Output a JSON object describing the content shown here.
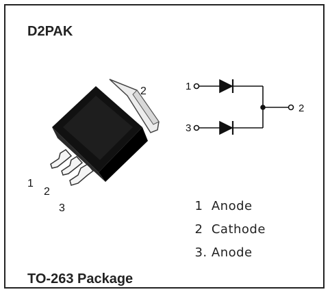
{
  "title": "D2PAK",
  "package": {
    "pin_labels": {
      "pin1": "1",
      "pin2": "2",
      "pin3": "3",
      "tab": "2"
    }
  },
  "schematic": {
    "terminals": {
      "t1": "1",
      "t3": "3",
      "t2": "2"
    }
  },
  "legend": [
    {
      "num": "1",
      "name": "Anode"
    },
    {
      "num": "2",
      "name": "Cathode"
    },
    {
      "num": "3.",
      "name": "Anode"
    }
  ],
  "footer": "TO-263 Package",
  "colors": {
    "body": "#1a1a1a",
    "tab": "#e8e8e8",
    "lead": "#f2f2f2",
    "border": "#222222"
  }
}
